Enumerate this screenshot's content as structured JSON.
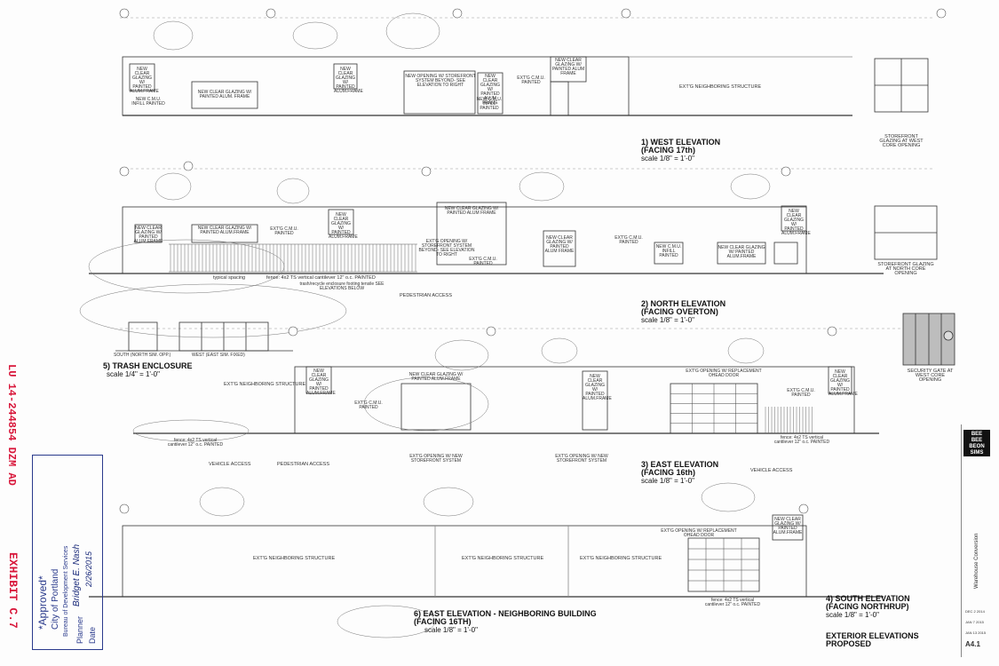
{
  "drawings": {
    "west": {
      "title": "1) WEST ELEVATION",
      "subtitle": "(FACING 17th)",
      "scale": "scale 1/8\" = 1'-0\"",
      "labels": {
        "glazing1": "NEW CLEAR GLAZING W/ PAINTED ALUM.FRAME",
        "glazing2": "NEW CLEAR GLAZING W/ PAINTED ALUM. FRAME",
        "cmu1": "NEW C.M.U. INFILL PAINTED",
        "storefront": "NEW OPENING W/ STOREFRONT SYSTEM BEYOND- SEE ELEVATION TO RIGHT",
        "glazing3": "NEW CLEAR GLAZING W/ PAINTED ALUM.FRAME",
        "cmu2": "NEW C.M.U. INFILL PAINTED",
        "extg_cmu": "EXT'G C.M.U. PAINTED",
        "glazing4": "NEW CLEAR GLAZING W/ PAINTED ALUM FRAME",
        "glazing5": "NEW CLEAR GLAZING W/ PAINTED ALUM FRAME",
        "neighbor": "EXT'G NEIGHBORING STRUCTURE",
        "core": "STOREFRONT GLAZING AT WEST CORE OPENING"
      }
    },
    "north": {
      "title": "2) NORTH ELEVATION",
      "subtitle": "(FACING OVERTON)",
      "scale": "scale 1/8\" = 1'-0\"",
      "labels": {
        "glazing1": "NEW CLEAR GLAZING W/ PAINTED ALUM.FRAME",
        "glazing2": "NEW CLEAR GLAZING W/ PAINTED ALUM.FRAME",
        "extg_cmu1": "EXT'G C.M.U. PAINTED",
        "glazing3": "NEW CLEAR GLAZING W/ PAINTED ALUM.FRAME",
        "glazing4": "NEW CLEAR GLAZING W/ PAINTED ALUM FRAME",
        "storefront": "EXT'G OPENING W/ STOREFRONT SYSTEM BEYOND- SEE ELEVATION TO RIGHT",
        "extg_cmu2": "EXT'G C.M.U. PAINTED",
        "glazing5": "NEW CLEAR GLAZING W/ PAINTED ALUM FRAME",
        "extg_cmu3": "EXT'G C.M.U. PAINTED",
        "cmu_infill": "NEW C.M.U. INFILL PAINTED",
        "glazing6": "NEW CLEAR GLAZING W/ PAINTED ALUM.FRAME",
        "glazing7": "NEW CLEAR GLAZING W/ PAINTED ALUM.FRAME",
        "typical": "typical spacing",
        "fence": "fence: 4x2 TS vertical cantilever 12\" o.c. PAINTED",
        "trash_note": "trash/recycle enclosure footing tensile SEE ELEVATIONS BELOW",
        "pedestrian": "PEDESTRIAN ACCESS",
        "core": "STOREFRONT GLAZING AT NORTH CORE OPENING"
      }
    },
    "trash": {
      "title": "5) TRASH ENCLOSURE",
      "scale": "scale 1/4\" = 1'-0\"",
      "labels": {
        "south": "SOUTH (NORTH SIM. OPP.)",
        "west": "WEST (EAST SIM. FIXED)"
      }
    },
    "east": {
      "title": "3) EAST ELEVATION",
      "subtitle": "(FACING 16th)",
      "scale": "scale 1/8\" = 1'-0\"",
      "labels": {
        "neighbor": "EXT'G NEIGHBORING STRUCTURE",
        "glazing1": "NEW CLEAR GLAZING W/ PAINTED ALUM.FRAME",
        "glazing2": "NEW CLEAR GLAZING W/ PAINTED ALUM.FRAME",
        "extg_cmu1": "EXT'G C.M.U. PAINTED",
        "glazing3": "NEW CLEAR GLAZING W/ PAINTED ALUM.FRAME",
        "opening": "EXT'G OPENING W/ REPLACEMENT OHEAD DOOR",
        "extg_cmu2": "EXT'G C.M.U. PAINTED",
        "glazing4": "NEW CLEAR GLAZING W/ PAINTED ALUM.FRAME",
        "fence1": "fence: 4x2 TS vertical cantilever 12\" o.c. PAINTED",
        "vehicle1": "VEHICLE ACCESS",
        "pedestrian": "PEDESTRIAN ACCESS",
        "storefront": "EXT'G OPENING W/ NEW STOREFRONT SYSTEM",
        "fence2": "fence: 4x2 TS vertical cantilever 12\" o.c. PAINTED",
        "vehicle2": "VEHICLE ACCESS"
      }
    },
    "gate": {
      "label": "SECURITY GATE AT WEST CORE OPENING"
    },
    "south": {
      "title": "4) SOUTH ELEVATION",
      "subtitle": "(FACING NORTHRUP)",
      "scale": "scale 1/8\" = 1'-0\"",
      "labels": {
        "opening": "EXT'G OPENING W/ REPLACEMENT OHEAD DOOR",
        "glazing": "NEW CLEAR GLAZING W/ PAINTED ALUM.FRAME",
        "fence": "fence: 4x2 TS vertical cantilever 12\" o.c. PAINTED",
        "neighbor1": "EXT'G NEIGHBORING STRUCTURE",
        "neighbor2": "EXT'G NEIGHBORING STRUCTURE",
        "neighbor3": "EXT'G NEIGHBORING STRUCTURE"
      }
    },
    "neighbor_east": {
      "title": "6) EAST ELEVATION - NEIGHBORING BUILDING",
      "subtitle": "(FACING 16TH)",
      "scale": "scale 1/8\" = 1'-0\""
    }
  },
  "sheet": {
    "name": "EXTERIOR ELEVATIONS",
    "status": "PROPOSED",
    "number": "A4.1",
    "project": "Warehouse Conversion",
    "date1": "DEC 2 2014",
    "date2": "JAN 7 2015",
    "date3": "JAN 13 2015",
    "logo_lines": [
      "BEE",
      "BEE",
      "BEON",
      "SIMS"
    ]
  },
  "stamp": {
    "approved": "*Approved*",
    "city": "City of Portland",
    "bureau": "Bureau of Development Services",
    "planner": "Planner",
    "date": "Date",
    "signature": "Bridget E. Nash",
    "sig_date": "2/26/2015"
  },
  "annotations": {
    "exhibit": "EXHIBIT C.7",
    "case": "LU 14-244854 DZM AD"
  },
  "colors": {
    "line": "#333333",
    "stamp_blue": "#2a3a8c",
    "annotation_red": "#d8163a"
  }
}
